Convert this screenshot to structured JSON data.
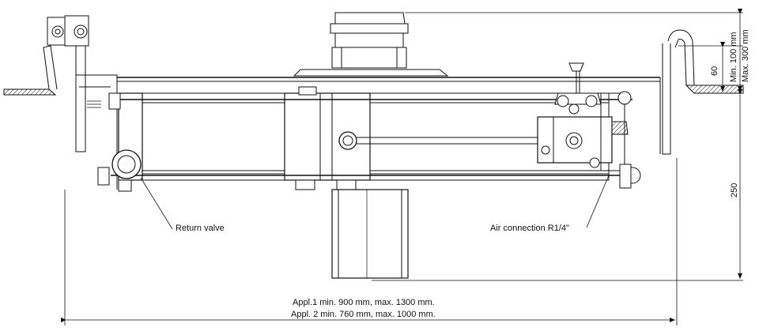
{
  "labels": {
    "return_valve": "Return valve",
    "air_connection": "Air connection R1/4\"",
    "appl_1": "Appl.1 min. 900 mm, max. 1300 mm.",
    "appl_2": "Appl. 2 min. 760 mm, max. 1000 mm."
  },
  "dimensions": {
    "d60": "60",
    "d250": "250",
    "min_100": "Min. 100 mm",
    "max_300": "Max. 300 mm"
  }
}
